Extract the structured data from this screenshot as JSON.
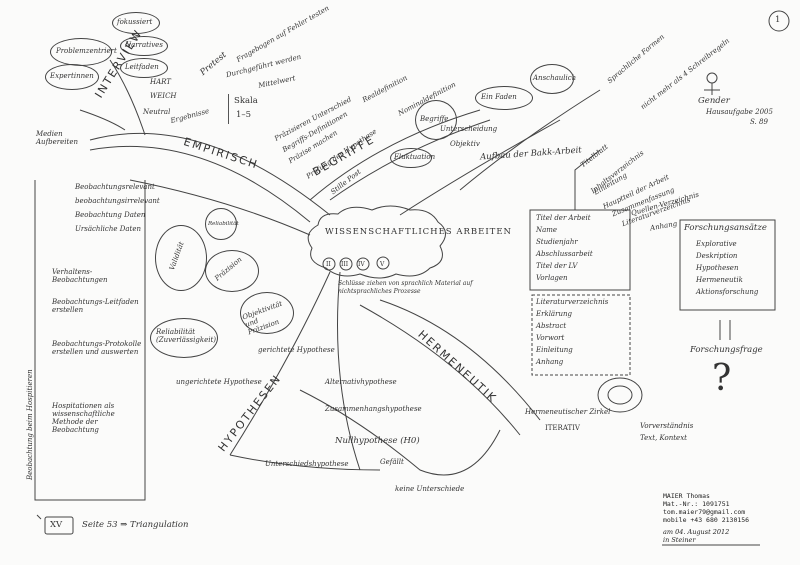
{
  "page_number": "1",
  "center": {
    "title": "WISSENSCHAFTLICHES ARBEITEN",
    "roman": [
      "II",
      "III",
      "IV",
      "V"
    ],
    "note": "Schlüsse ziehen von sprachlich Material auf nichtsprachliches Prozesse"
  },
  "branches": {
    "empirisch": "EMPIRISCH",
    "interview": "INTERVIEW",
    "begriffe": "BEGRIFFE",
    "hermeneutik": "HERMENEUTIK",
    "hypothesen": "HYPOTHESEN",
    "aufbau": "Aufbau der Bakk-Arbeit"
  },
  "interview": {
    "bubbles": [
      "Problemzentriert",
      "Expertinnen",
      "Narratives",
      "fokussiert",
      "Leitfaden"
    ],
    "aspects": [
      "HART",
      "WEICH",
      "Neutral"
    ],
    "extra": [
      "Medien Aufbereiten",
      "Ergebnisse"
    ]
  },
  "pretest": {
    "label": "Pretest",
    "notes": [
      "Fragebogen auf Fehler testen",
      "Durchgeführt werden",
      "Mittelwert"
    ],
    "skala_title": "Skala",
    "skala_range": "1–5"
  },
  "begriffe_items": [
    "Präzisieren Unterschied",
    "Begriffs-Definitionen",
    "Präzise machen",
    "Prüfung der Hypothese",
    "Stille Post",
    "Realdefinition",
    "Nominaldefinition"
  ],
  "begriff_bubbles": [
    "Begriffe",
    "Unterscheidung",
    "Fluktuation",
    "Ein Faden",
    "Anschaulich",
    "Objektiv"
  ],
  "methods_box": [
    "Beobachtungsrelevant",
    "beobachtungsirrelevant",
    "Beobachtung Daten",
    "Ursächliche Daten"
  ],
  "left_box": [
    "Verhaltens-Beobachtungen",
    "Beobachtungs-Leitfaden erstellen",
    "Beobachtungs-Protokolle erstellen und auswerten",
    "Hospitationen als wissenschaftliche Methode der Beobachtung"
  ],
  "vertical_left": "Beobachtung beim Hospitieren",
  "quality": [
    "Validität",
    "Reliabilität",
    "Präzision",
    "Objektivität und Präzision",
    "Reliabilität (Zuverlässigkeit)"
  ],
  "hypothesen_items": [
    "gerichtete Hypothese",
    "ungerichtete Hypothese",
    "Alternativhypothese",
    "Zusammenhangshypothese",
    "Nullhypothese (H0)",
    "Unterschiedshypothese",
    "Gefällt",
    "keine Unterschiede"
  ],
  "hermeneutik_items": [
    "Hermeneutischer Zirkel",
    "ITERATIV",
    "Vorverständnis",
    "Text, Kontext"
  ],
  "aufbau_box": [
    "Titel der Arbeit",
    "Name",
    "Studienjahr",
    "Abschlussarbeit",
    "Titel der LV",
    "Vorlagen"
  ],
  "aufbau_list": [
    "Titelblatt",
    "Inhaltsverzeichnis",
    "Einleitung",
    "Hauptteil der Arbeit",
    "Zusammenfassung",
    "Literaturverzeichnis",
    "Quellen-Verzeichnis",
    "Anhang"
  ],
  "aufbau_dashed": [
    "Literaturverzeichnis",
    "Erklärung",
    "Abstract",
    "Vorwort",
    "Einleitung",
    "Anhang"
  ],
  "forschung": {
    "title": "Forschungsansätze",
    "items": [
      "Explorative",
      "Deskription",
      "Hypothesen",
      "Hermeneutik",
      "Aktionsforschung"
    ],
    "question": "Forschungsfrage",
    "mark": "?"
  },
  "gender": {
    "label": "Gender",
    "notes": [
      "Sprachliche Formen",
      "nicht mehr als 4 Schreibregeln",
      "Hausaufgabe 2005"
    ],
    "ref": "S. 89"
  },
  "footer": {
    "roman": "XV",
    "note": "Seite 53 ⇒ Triangulation"
  },
  "stamp": {
    "name": "MAIER Thomas",
    "matnr": "Mat.-Nr.: 1091751",
    "email": "tom.maier79@gmail.com",
    "mobile": "mobile +43 680 2130156",
    "date": "am 04. August 2012",
    "place": "in Steiner"
  }
}
